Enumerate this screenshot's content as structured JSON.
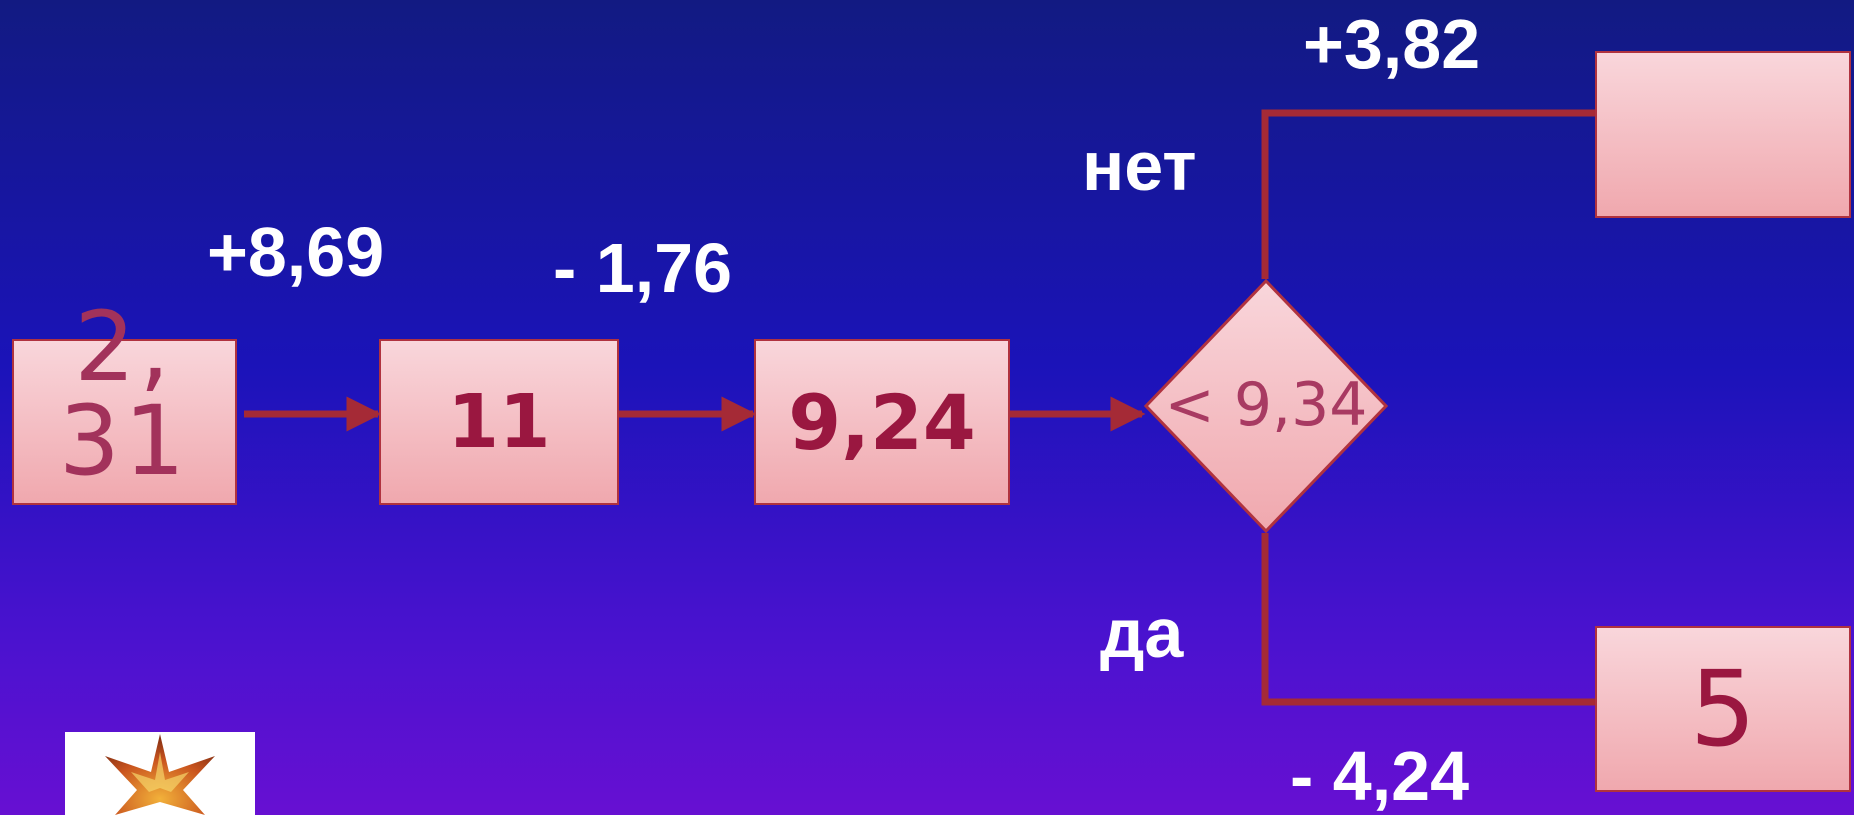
{
  "operations": {
    "add_first": "+8,69",
    "subtract_first": "- 1,76",
    "add_no_branch": "+3,82",
    "subtract_yes_branch": "- 4,24"
  },
  "blocks": {
    "input_value": "2,31",
    "step1_value": "11",
    "step2_value": "9,24",
    "condition": "< 9,34",
    "no_result": "",
    "yes_result": "5"
  },
  "branches": {
    "no_label": "нет",
    "yes_label": "да"
  },
  "colors": {
    "connector": "#a52a36",
    "box_top": "#f9d6db",
    "box_bottom": "#f0a8ae",
    "digit": "#9a1740"
  },
  "icons": {
    "logo": "maple-leaf-logo"
  }
}
